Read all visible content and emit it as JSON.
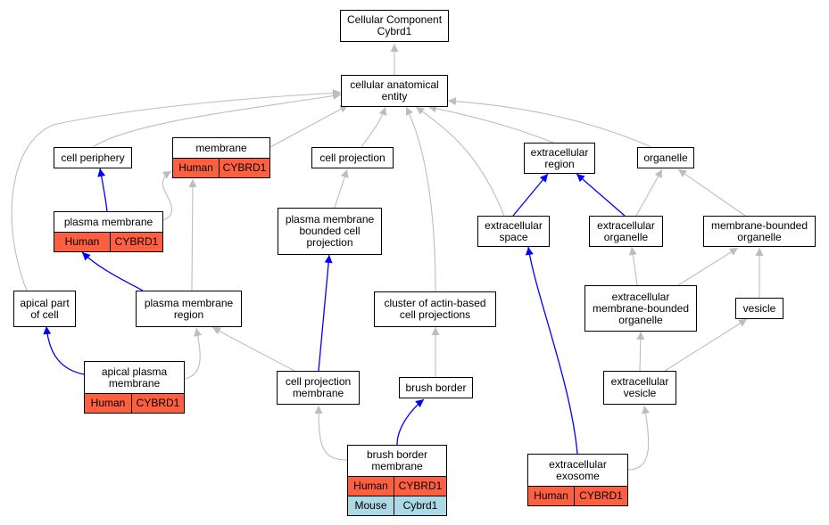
{
  "colors": {
    "human": "#fc6040",
    "mouse": "#add8e6",
    "is_a_edge": "#bdbdbd",
    "part_of_edge": "#0000ff"
  },
  "nodes": [
    {
      "id": "cc-root",
      "label": "Cellular Component\nCybrd1",
      "annotations": []
    },
    {
      "id": "cellular-anatomical-entity",
      "label": "cellular anatomical\nentity",
      "annotations": []
    },
    {
      "id": "cell-periphery",
      "label": "cell periphery",
      "annotations": []
    },
    {
      "id": "membrane",
      "label": "membrane",
      "annotations": [
        {
          "species": "Human",
          "gene": "CYBRD1",
          "kind": "human"
        }
      ]
    },
    {
      "id": "cell-projection",
      "label": "cell projection",
      "annotations": []
    },
    {
      "id": "extracellular-region",
      "label": "extracellular\nregion",
      "annotations": []
    },
    {
      "id": "organelle",
      "label": "organelle",
      "annotations": []
    },
    {
      "id": "plasma-membrane",
      "label": "plasma membrane",
      "annotations": [
        {
          "species": "Human",
          "gene": "CYBRD1",
          "kind": "human"
        }
      ]
    },
    {
      "id": "pm-bounded-cell-projection",
      "label": "plasma membrane\nbounded cell\nprojection",
      "annotations": []
    },
    {
      "id": "extracellular-space",
      "label": "extracellular\nspace",
      "annotations": []
    },
    {
      "id": "extracellular-organelle",
      "label": "extracellular\norganelle",
      "annotations": []
    },
    {
      "id": "membrane-bounded-organelle",
      "label": "membrane-bounded\norganelle",
      "annotations": []
    },
    {
      "id": "apical-part-of-cell",
      "label": "apical part\nof cell",
      "annotations": []
    },
    {
      "id": "plasma-membrane-region",
      "label": "plasma membrane\nregion",
      "annotations": []
    },
    {
      "id": "cluster-actin-projections",
      "label": "cluster of actin-based\ncell projections",
      "annotations": []
    },
    {
      "id": "ec-membrane-bounded-organelle",
      "label": "extracellular\nmembrane-bounded\norganelle",
      "annotations": []
    },
    {
      "id": "vesicle",
      "label": "vesicle",
      "annotations": []
    },
    {
      "id": "apical-plasma-membrane",
      "label": "apical plasma\nmembrane",
      "annotations": [
        {
          "species": "Human",
          "gene": "CYBRD1",
          "kind": "human"
        }
      ]
    },
    {
      "id": "cell-projection-membrane",
      "label": "cell projection\nmembrane",
      "annotations": []
    },
    {
      "id": "brush-border",
      "label": "brush border",
      "annotations": []
    },
    {
      "id": "extracellular-vesicle",
      "label": "extracellular\nvesicle",
      "annotations": []
    },
    {
      "id": "brush-border-membrane",
      "label": "brush border\nmembrane",
      "annotations": [
        {
          "species": "Human",
          "gene": "CYBRD1",
          "kind": "human"
        },
        {
          "species": "Mouse",
          "gene": "Cybrd1",
          "kind": "mouse"
        }
      ]
    },
    {
      "id": "extracellular-exosome",
      "label": "extracellular\nexosome",
      "annotations": [
        {
          "species": "Human",
          "gene": "CYBRD1",
          "kind": "human"
        }
      ]
    }
  ],
  "edges": [
    {
      "from": "cellular-anatomical-entity",
      "to": "cc-root",
      "type": "is_a"
    },
    {
      "from": "cell-periphery",
      "to": "cellular-anatomical-entity",
      "type": "is_a"
    },
    {
      "from": "membrane",
      "to": "cellular-anatomical-entity",
      "type": "is_a"
    },
    {
      "from": "cell-projection",
      "to": "cellular-anatomical-entity",
      "type": "is_a"
    },
    {
      "from": "extracellular-region",
      "to": "cellular-anatomical-entity",
      "type": "is_a"
    },
    {
      "from": "organelle",
      "to": "cellular-anatomical-entity",
      "type": "is_a"
    },
    {
      "from": "apical-part-of-cell",
      "to": "cellular-anatomical-entity",
      "type": "is_a"
    },
    {
      "from": "cluster-actin-projections",
      "to": "cellular-anatomical-entity",
      "type": "is_a"
    },
    {
      "from": "extracellular-space",
      "to": "cellular-anatomical-entity",
      "type": "is_a"
    },
    {
      "from": "plasma-membrane",
      "to": "cell-periphery",
      "type": "part_of"
    },
    {
      "from": "plasma-membrane",
      "to": "membrane",
      "type": "is_a"
    },
    {
      "from": "plasma-membrane-region",
      "to": "membrane",
      "type": "is_a"
    },
    {
      "from": "pm-bounded-cell-projection",
      "to": "cell-projection",
      "type": "is_a"
    },
    {
      "from": "extracellular-space",
      "to": "extracellular-region",
      "type": "part_of"
    },
    {
      "from": "extracellular-organelle",
      "to": "extracellular-region",
      "type": "part_of"
    },
    {
      "from": "extracellular-organelle",
      "to": "organelle",
      "type": "is_a"
    },
    {
      "from": "membrane-bounded-organelle",
      "to": "organelle",
      "type": "is_a"
    },
    {
      "from": "plasma-membrane-region",
      "to": "plasma-membrane",
      "type": "part_of"
    },
    {
      "from": "cell-projection-membrane",
      "to": "pm-bounded-cell-projection",
      "type": "part_of"
    },
    {
      "from": "extracellular-exosome",
      "to": "extracellular-space",
      "type": "part_of"
    },
    {
      "from": "ec-membrane-bounded-organelle",
      "to": "extracellular-organelle",
      "type": "is_a"
    },
    {
      "from": "ec-membrane-bounded-organelle",
      "to": "membrane-bounded-organelle",
      "type": "is_a"
    },
    {
      "from": "vesicle",
      "to": "membrane-bounded-organelle",
      "type": "is_a"
    },
    {
      "from": "apical-plasma-membrane",
      "to": "apical-part-of-cell",
      "type": "part_of"
    },
    {
      "from": "apical-plasma-membrane",
      "to": "plasma-membrane-region",
      "type": "is_a"
    },
    {
      "from": "cell-projection-membrane",
      "to": "plasma-membrane-region",
      "type": "is_a"
    },
    {
      "from": "brush-border",
      "to": "cluster-actin-projections",
      "type": "is_a"
    },
    {
      "from": "extracellular-vesicle",
      "to": "ec-membrane-bounded-organelle",
      "type": "is_a"
    },
    {
      "from": "extracellular-vesicle",
      "to": "vesicle",
      "type": "is_a"
    },
    {
      "from": "brush-border-membrane",
      "to": "cell-projection-membrane",
      "type": "is_a"
    },
    {
      "from": "brush-border-membrane",
      "to": "brush-border",
      "type": "part_of"
    },
    {
      "from": "extracellular-exosome",
      "to": "extracellular-vesicle",
      "type": "is_a"
    }
  ]
}
